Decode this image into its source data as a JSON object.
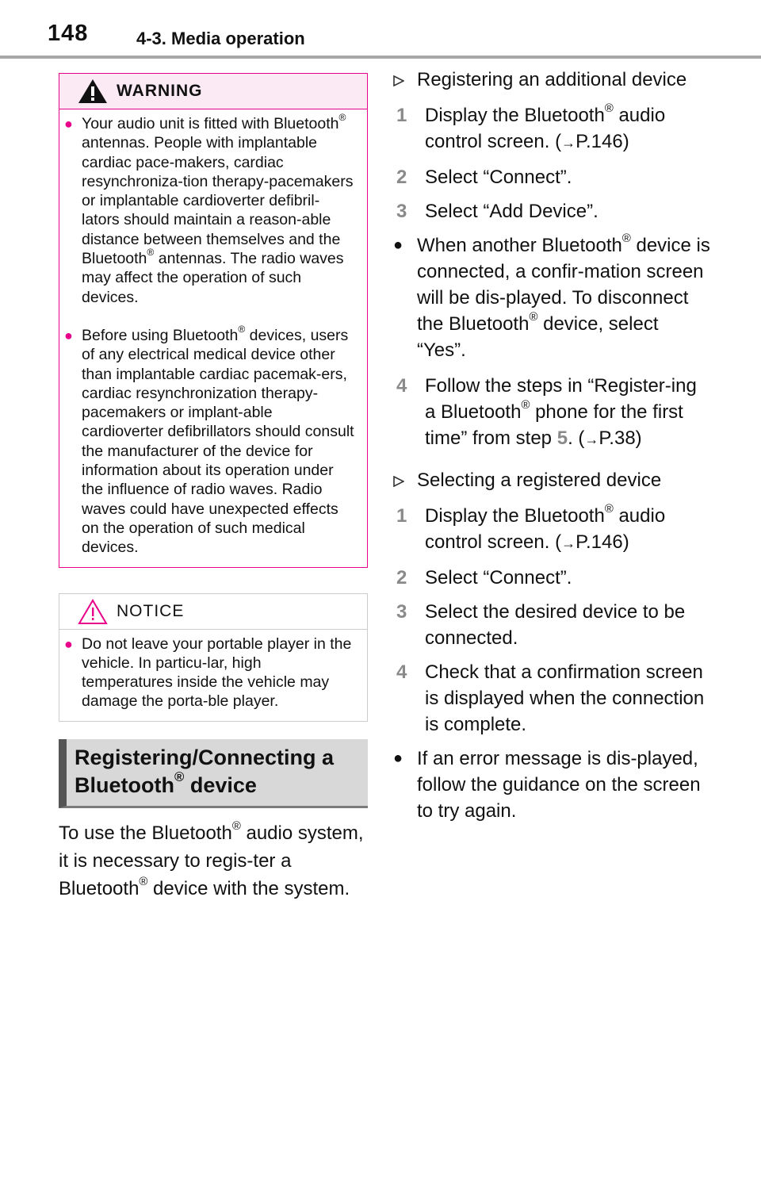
{
  "header": {
    "page_number": "148",
    "section": "4-3. Media operation"
  },
  "warning": {
    "title": "WARNING",
    "items": [
      {
        "pre": "Your audio unit is fitted with Bluetooth",
        "post": " antennas. People with implantable cardiac pace-makers, cardiac resynchroniza-tion therapy-pacemakers or implantable cardioverter defibril-lators should maintain a reason-able distance between themselves and the Bluetooth",
        "post2": " antennas. The radio waves may affect the operation of such devices."
      },
      {
        "pre": "Before using Bluetooth",
        "post": " devices, users of any electrical medical device other than implantable cardiac pacemak-ers, cardiac resynchronization therapy-pacemakers or implant-able cardioverter defibrillators should consult the manufacturer of the device for information about its operation under the influence of radio waves. Radio waves could have unexpected effects on the operation of such medical devices."
      }
    ]
  },
  "notice": {
    "title": "NOTICE",
    "items": [
      "Do not leave your portable player in the vehicle. In particu-lar, high temperatures inside the vehicle may damage the porta-ble player."
    ]
  },
  "section_heading": {
    "line1": "Registering/Connecting a",
    "line2": "Bluetooth",
    "line2_post": " device"
  },
  "intro": {
    "p1": "To use the Bluetooth",
    "p2": " audio system, it is necessary to regis-ter a Bluetooth",
    "p3": " device with the system."
  },
  "registered_mark": "®",
  "additional": {
    "heading": "Registering an additional device",
    "step1": {
      "num": "1",
      "pre": "Display the Bluetooth",
      "post": " audio control screen. (",
      "ref": "P.146)"
    },
    "step2": {
      "num": "2",
      "text": "Select “Connect”."
    },
    "step3": {
      "num": "3",
      "text": "Select “Add Device”."
    },
    "note": {
      "pre": "When another Bluetooth",
      "mid": " device is connected, a confir-mation screen will be dis-played. To disconnect the Bluetooth",
      "post": " device, select “Yes”."
    },
    "step4": {
      "num": "4",
      "pre": "Follow the steps in “Register-ing a Bluetooth",
      "mid": " phone for the first time” from step ",
      "stepref": "5",
      "post": ". (",
      "ref": "P.38)"
    }
  },
  "selecting": {
    "heading": "Selecting a registered device",
    "step1": {
      "num": "1",
      "pre": "Display the Bluetooth",
      "post": " audio control screen. (",
      "ref": "P.146)"
    },
    "step2": {
      "num": "2",
      "text": "Select “Connect”."
    },
    "step3": {
      "num": "3",
      "text": "Select the desired device to be connected."
    },
    "step4": {
      "num": "4",
      "text": "Check that a confirmation screen is displayed when the connection is complete."
    },
    "note": "If an error message is dis-played, follow the guidance on the screen to try again."
  },
  "arrow_glyph": "→",
  "colors": {
    "warning_accent": "#e8008a",
    "step_number": "#8a8a8a"
  }
}
